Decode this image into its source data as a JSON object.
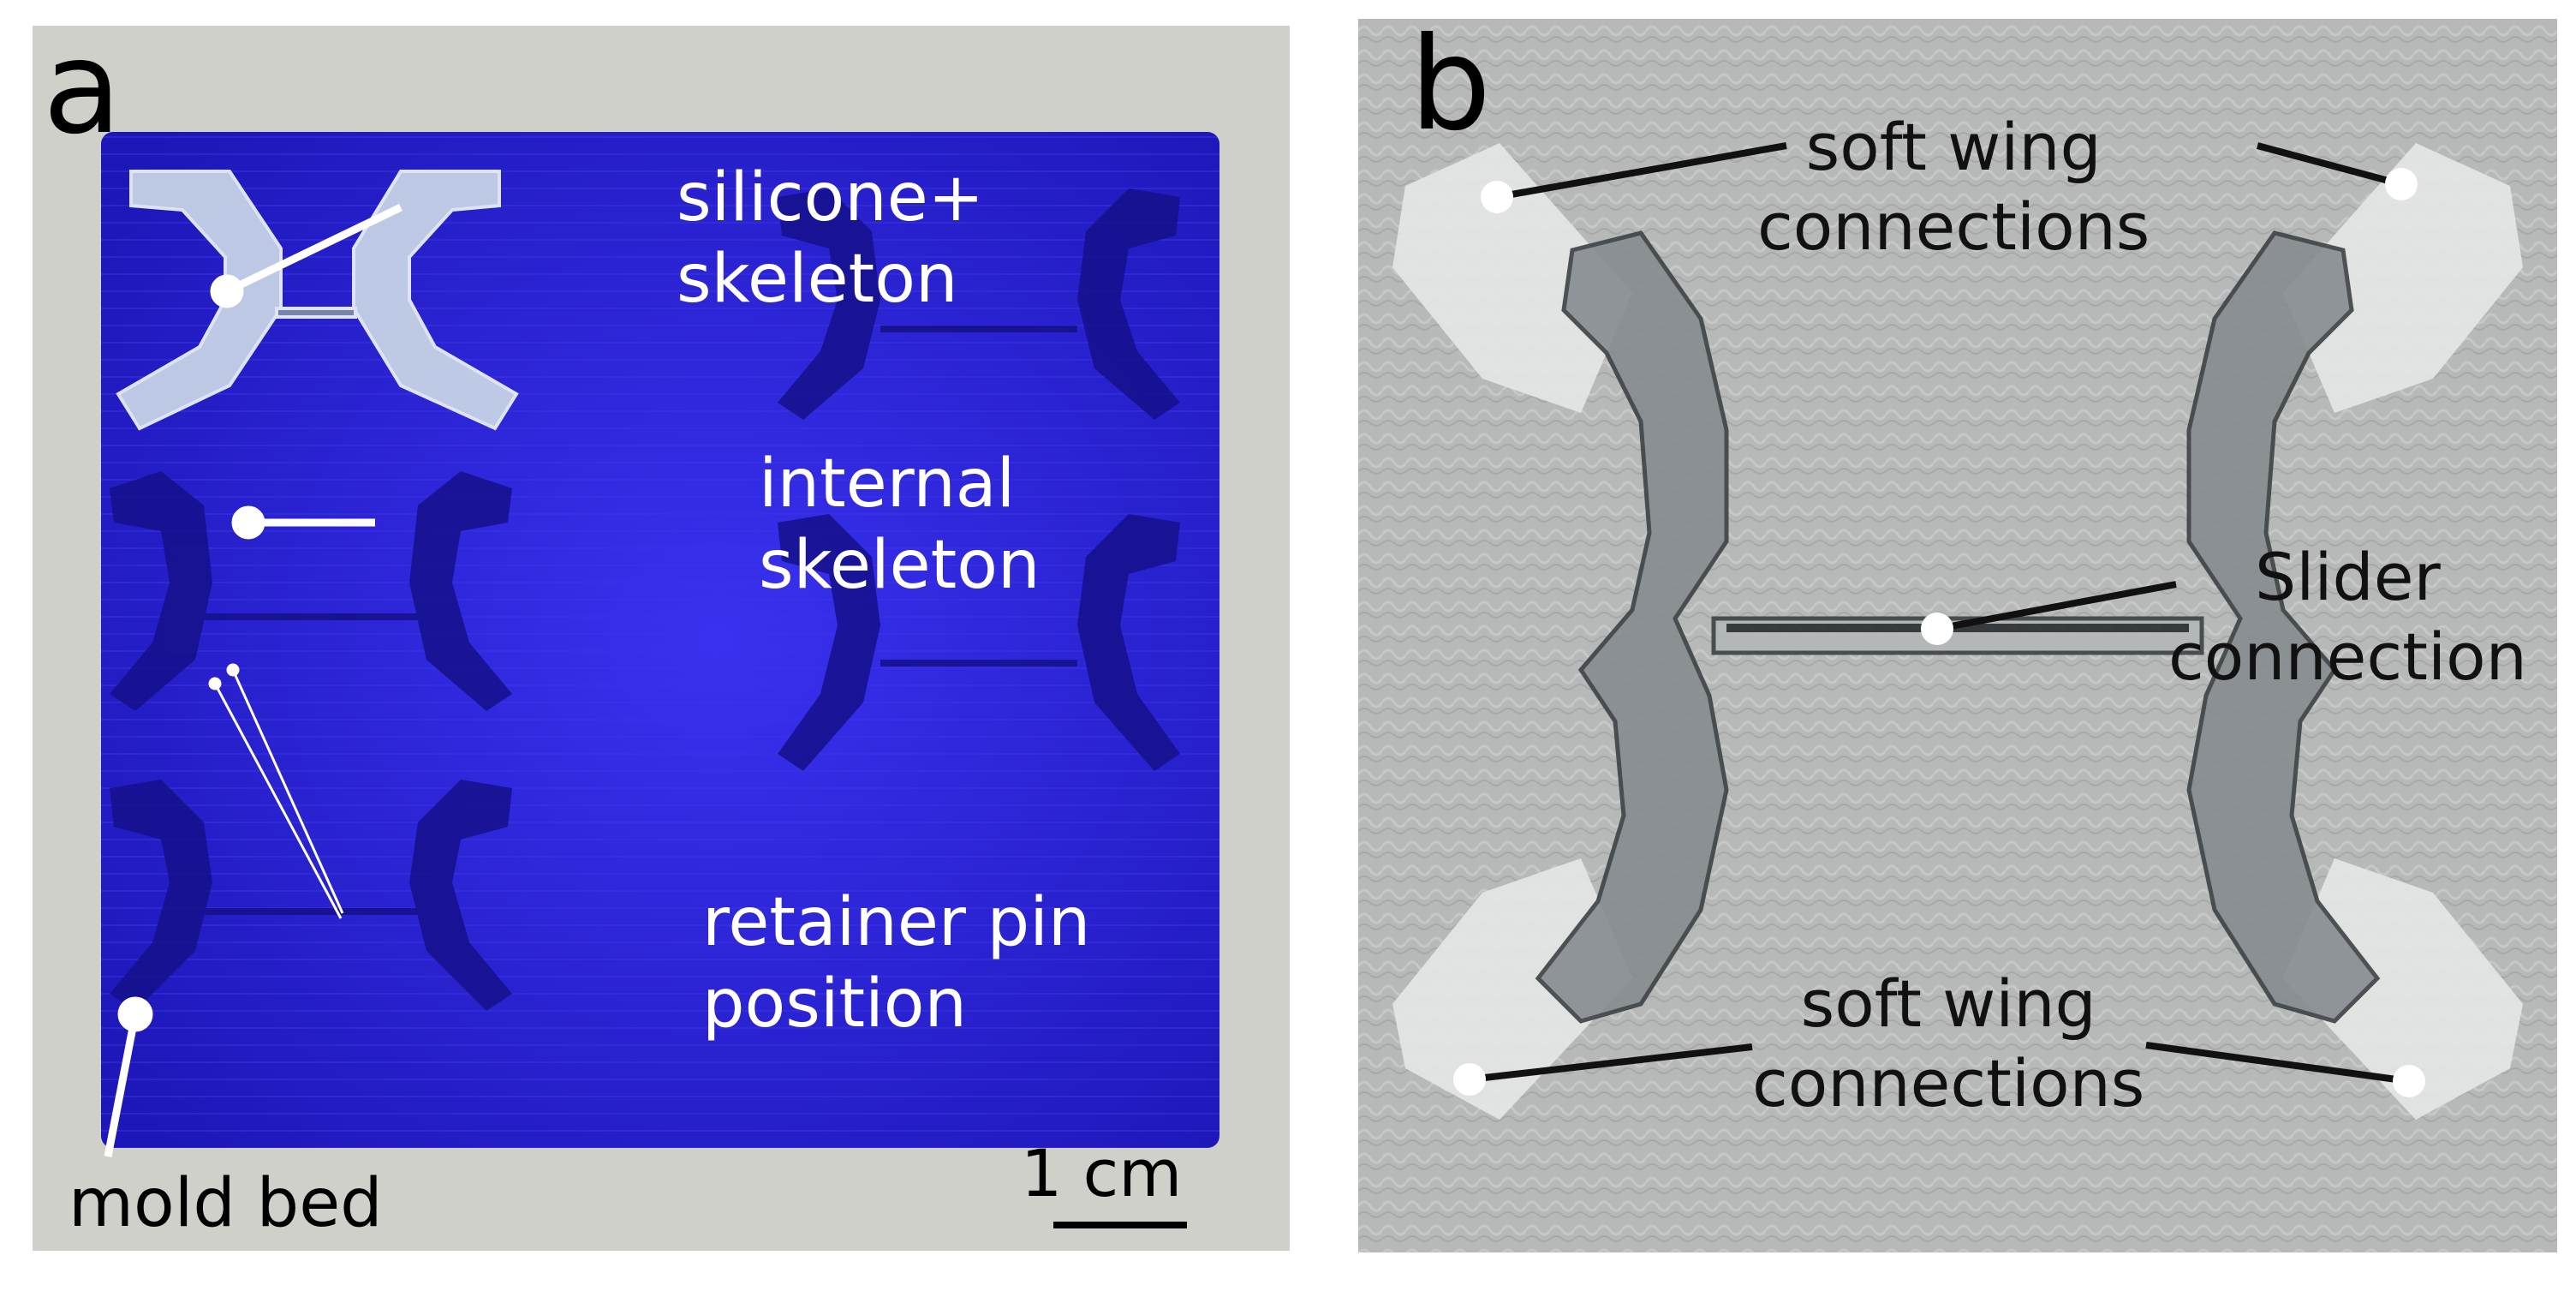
{
  "panels": [
    {
      "letter": "a",
      "labels": {
        "silicone_skeleton": [
          "silicone+",
          "skeleton"
        ],
        "internal_skeleton": [
          "internal",
          "skeleton"
        ],
        "retainer_pin": [
          "retainer pin",
          "position"
        ],
        "mold_bed": "mold bed",
        "scale_bar": "1 cm"
      }
    },
    {
      "letter": "b",
      "labels": {
        "soft_wing_top": [
          "soft wing",
          "connections"
        ],
        "slider": [
          "Slider",
          "connection"
        ],
        "soft_wing_bottom": [
          "soft wing",
          "connections"
        ]
      }
    }
  ],
  "colors": {
    "mold_blue": "#2a22d8",
    "mold_dark": "#1a1590",
    "silicone": "#c6d2e6",
    "background_a": "#cfd0c9",
    "background_b": "#b7b9b8",
    "wing_white": "#e4e6e6",
    "skeleton_grey": "#6f7579"
  }
}
